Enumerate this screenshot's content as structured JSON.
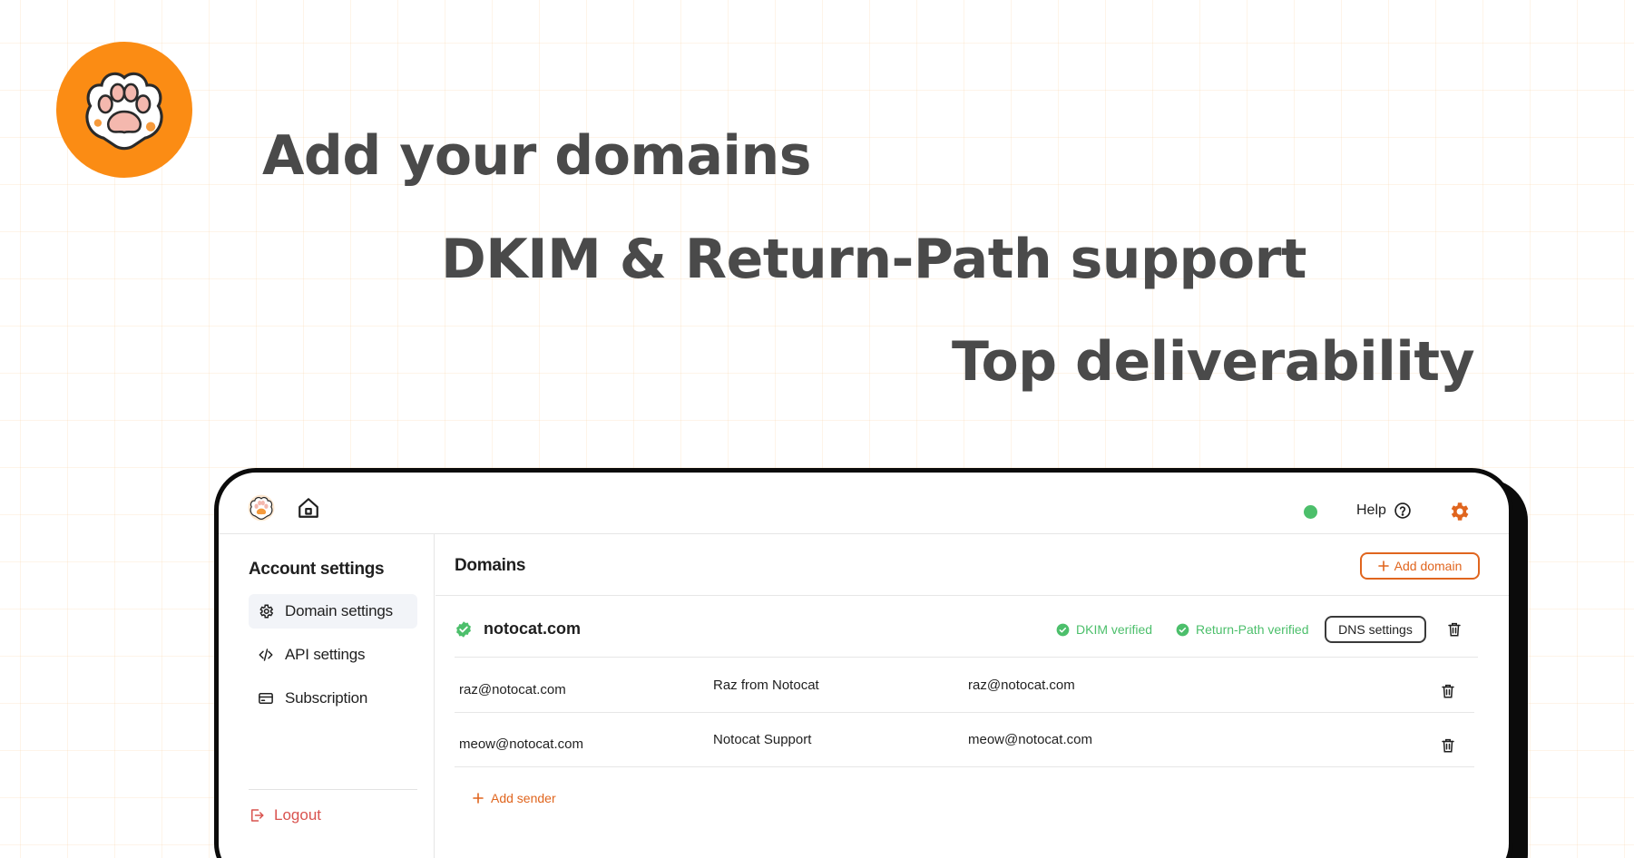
{
  "hero": {
    "line1": "Add your domains",
    "line2": "DKIM & Return-Path support",
    "line3": "Top deliverability"
  },
  "colors": {
    "accent": "#fb8c14",
    "accent_dark": "#e0651e",
    "success": "#4cbf6b",
    "danger": "#d9534f",
    "headline": "#4a4a4a"
  },
  "app": {
    "topbar": {
      "help_label": "Help",
      "icons": [
        "cat-paw-logo-icon",
        "home-icon",
        "status-dot",
        "help-circle-icon",
        "gear-icon"
      ]
    },
    "sidebar": {
      "title": "Account settings",
      "items": [
        {
          "label": "Domain settings",
          "icon": "gear-icon",
          "active": true
        },
        {
          "label": "API settings",
          "icon": "code-icon",
          "active": false
        },
        {
          "label": "Subscription",
          "icon": "credit-card-icon",
          "active": false
        }
      ],
      "logout_label": "Logout"
    },
    "main": {
      "title": "Domains",
      "add_domain_label": "Add domain",
      "domain": {
        "name": "notocat.com",
        "dkim_label": "DKIM verified",
        "return_path_label": "Return-Path verified",
        "dns_button_label": "DNS settings"
      },
      "senders": [
        {
          "email": "raz@notocat.com",
          "name": "Raz from Notocat",
          "reply_to": "raz@notocat.com"
        },
        {
          "email": "meow@notocat.com",
          "name": "Notocat Support",
          "reply_to": "meow@notocat.com"
        }
      ],
      "add_sender_label": "Add sender"
    }
  }
}
